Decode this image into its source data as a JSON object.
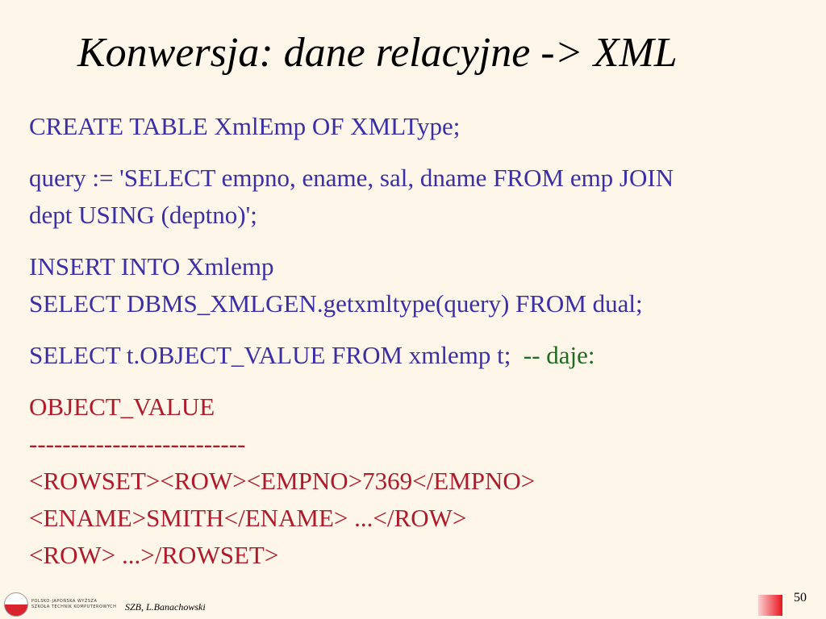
{
  "slide": {
    "title": "Konwersja: dane relacyjne -> XML",
    "lines": {
      "create": "CREATE TABLE XmlEmp OF XMLType;",
      "query_1": "query := 'SELECT empno, ename, sal, dname FROM emp JOIN",
      "query_2": "dept USING (deptno)';",
      "insert_1": "INSERT INTO Xmlemp",
      "insert_2": "SELECT DBMS_XMLGEN.getxmltype(query) FROM dual;",
      "select_code": "SELECT t.OBJECT_VALUE FROM xmlemp t;",
      "select_comment": "-- daje:",
      "out_header": "OBJECT_VALUE",
      "out_separator": "--------------------------",
      "out_row_1": "<ROWSET><ROW><EMPNO>7369</EMPNO>",
      "out_row_2": "<ENAME>SMITH</ENAME> ...</ROW>",
      "out_row_3": "<ROW> ...>/ROWSET>"
    },
    "colors": {
      "code": "#3a2fa8",
      "comment": "#1f6b1f",
      "output": "#b01a2a",
      "background": "#fdf6e9"
    }
  },
  "footer": {
    "logo_line_1": "POLSKO-JAPOŃSKA WYŻSZA",
    "logo_line_2": "SZKOŁA TECHNIK KOMPUTEROWYCH",
    "author": "SZB, L.Banachowski",
    "page_number": "50"
  }
}
